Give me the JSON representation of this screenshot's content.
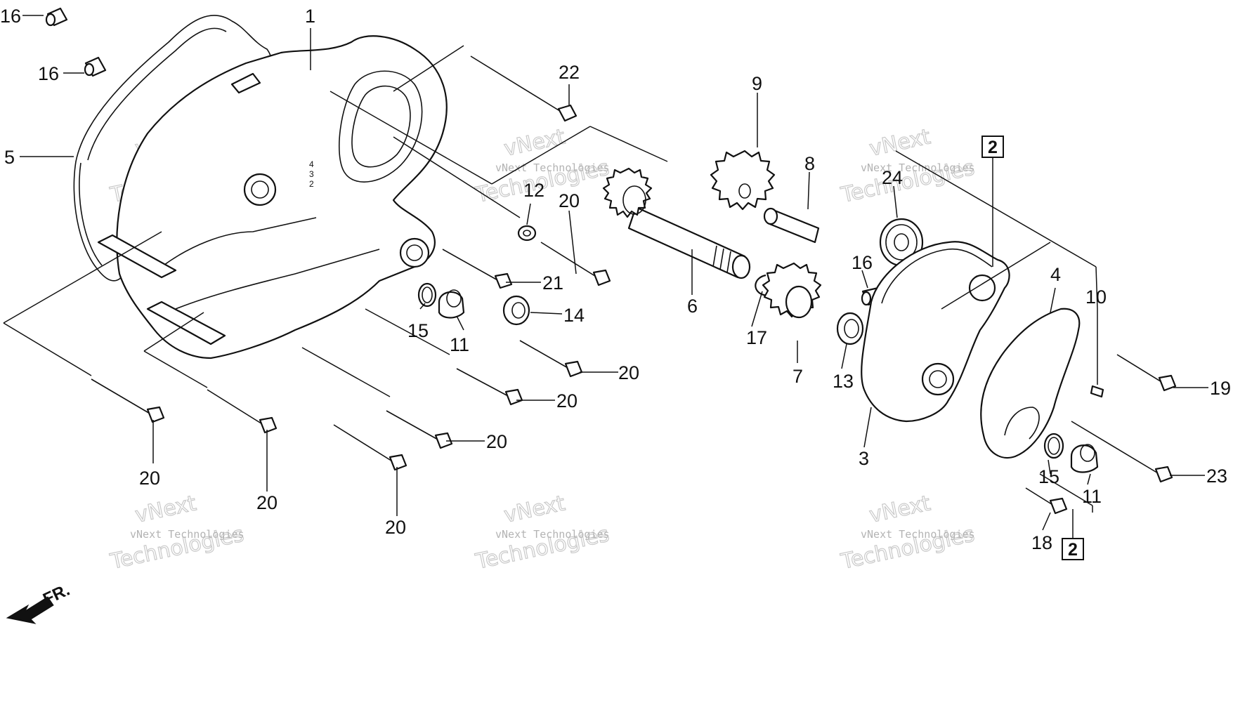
{
  "diagram": {
    "callouts": [
      "16",
      "16",
      "5",
      "1",
      "22",
      "12",
      "20",
      "21",
      "14",
      "15",
      "11",
      "20",
      "20",
      "20",
      "20",
      "20",
      "20",
      "9",
      "8",
      "6",
      "17",
      "7",
      "24",
      "16",
      "13",
      "3",
      "2",
      "4",
      "10",
      "19",
      "23",
      "15",
      "11",
      "18",
      "2"
    ],
    "front_marker": "FR.",
    "casting_marks": [
      "4",
      "3",
      "2"
    ],
    "watermark": {
      "line1": "vNext Technologies",
      "line2": "vNext",
      "line3": "Technologies"
    }
  }
}
